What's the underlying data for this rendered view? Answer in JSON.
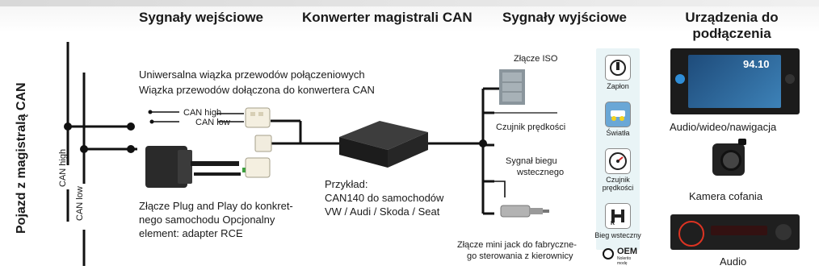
{
  "headers": {
    "inputs": "Sygnały wejściowe",
    "converter": "Konwerter magistrali CAN",
    "outputs": "Sygnały wyjściowe",
    "devices_line1": "Urządzenia do",
    "devices_line2": "podłączenia"
  },
  "side_title": "Pojazd z magistralą CAN",
  "bus_labels": {
    "can_high": "CAN high",
    "can_low": "CAN low"
  },
  "harness": {
    "line1": "Uniwersalna wiązka przewodów połączeniowych",
    "line2": "Wiązka przewodów dołączona do konwertera CAN",
    "wire_high": "CAN high",
    "wire_low": "CAN low"
  },
  "plug_and_play": {
    "line1": "Złącze Plug and Play do konkret-",
    "line2": "nego samochodu Opcjonalny",
    "line3": "element: adapter RCE"
  },
  "example": {
    "line1": "Przykład:",
    "line2": "CAN140 do samochodów",
    "line3": "VW / Audi / Skoda / Seat"
  },
  "outputs": {
    "iso": "Złącze ISO",
    "speed": "Czujnik prędkości",
    "reverse_line1": "Sygnał biegu",
    "reverse_line2": "wstecznego",
    "jack_line1": "Złącze mini jack do fabryczne-",
    "jack_line2": "go sterowania z kierownicy"
  },
  "icons": [
    {
      "name": "ignition-icon",
      "label": "Zapłon"
    },
    {
      "name": "lights-icon",
      "label": "Światła"
    },
    {
      "name": "speed-sensor-icon",
      "label_line1": "Czujnik",
      "label_line2": "prędkości"
    },
    {
      "name": "reverse-gear-icon",
      "label": "Bieg wsteczny"
    }
  ],
  "oem": {
    "label": "OEM",
    "sub": "Nolerito modę"
  },
  "devices": {
    "av_nav": "Audio/wideo/nawigacja",
    "camera": "Kamera cofania",
    "audio": "Audio",
    "screen_time": "94.10"
  }
}
